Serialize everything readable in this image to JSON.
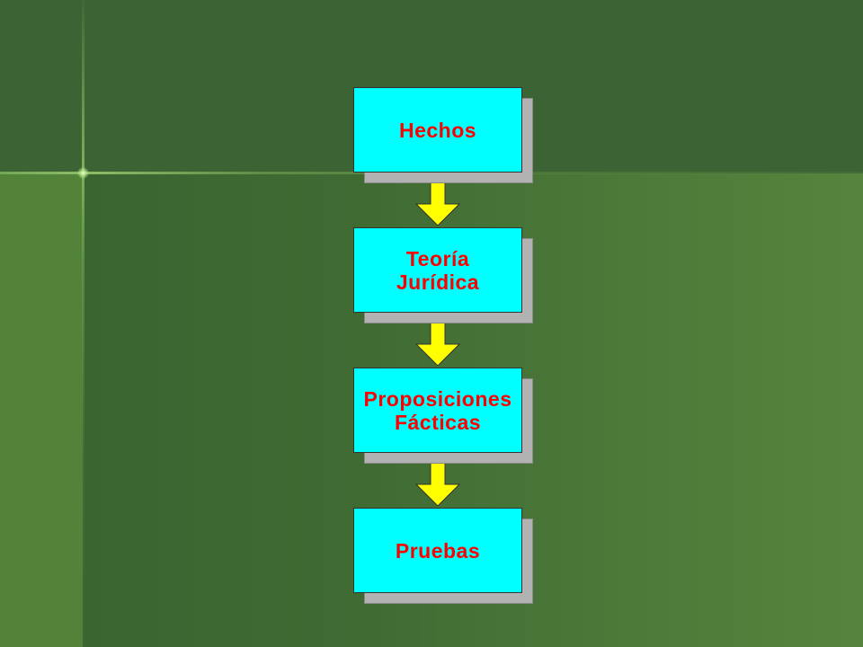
{
  "diagram": {
    "nodes": [
      {
        "id": "hechos",
        "lines": [
          "Hechos",
          ""
        ]
      },
      {
        "id": "teoria-juridica",
        "lines": [
          "Teoría",
          "Jurídica"
        ]
      },
      {
        "id": "proposiciones-facticas",
        "lines": [
          "Proposiciones",
          "Fácticas"
        ]
      },
      {
        "id": "pruebas",
        "lines": [
          "Pruebas",
          ""
        ]
      }
    ],
    "edges": [
      {
        "from": "hechos",
        "to": "teoria-juridica"
      },
      {
        "from": "teoria-juridica",
        "to": "proposiciones-facticas"
      },
      {
        "from": "proposiciones-facticas",
        "to": "pruebas"
      }
    ]
  },
  "colors": {
    "node_fill": "#00ffff",
    "node_text": "#ff0000",
    "node_shadow": "#b2b2b2",
    "arrow_fill": "#ffff00",
    "background_dark": "#3c6334",
    "background_light": "#538338"
  }
}
